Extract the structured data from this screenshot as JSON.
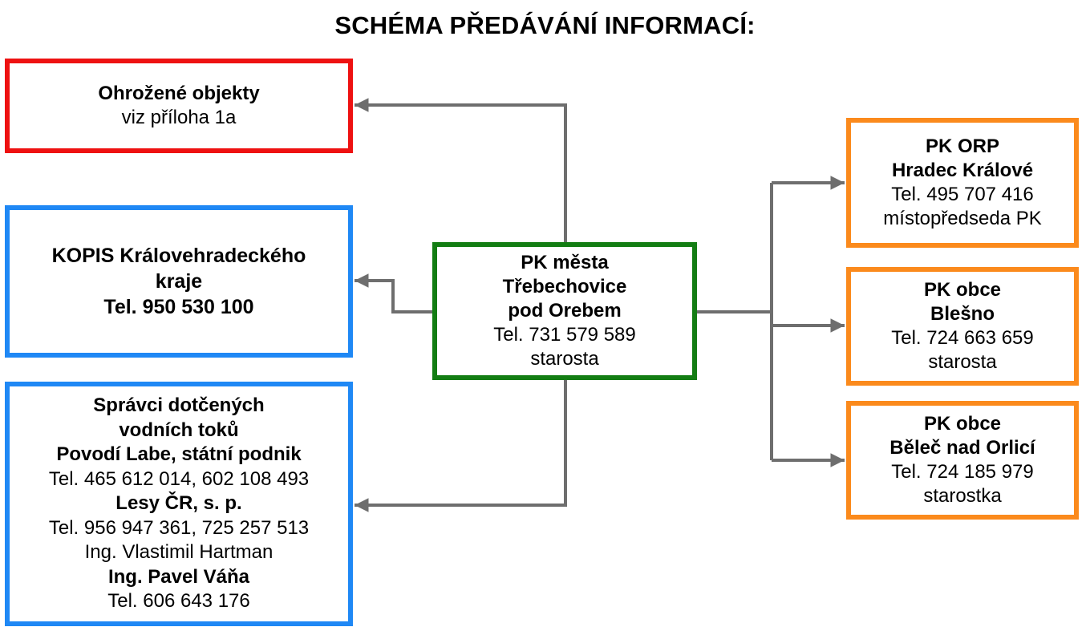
{
  "title": "SCHÉMA PŘEDÁVÁNÍ INFORMACÍ:",
  "colors": {
    "red": "#ee1111",
    "blue": "#1f88f5",
    "green": "#137d13",
    "orange": "#fb8a1c",
    "connector": "#6e6e6e"
  },
  "nodes": {
    "threatened": {
      "line1": "Ohrožené objekty",
      "line2": "viz příloha 1a"
    },
    "kopis": {
      "line1": "KOPIS Královehradeckého",
      "line2": "kraje",
      "line3": "Tel. 950 530 100"
    },
    "water": {
      "line1": "Správci dotčených",
      "line2": "vodních toků",
      "line3": "Povodí Labe, státní podnik",
      "line4": "Tel. 465 612 014, 602 108 493",
      "line5": "Lesy ČR, s. p.",
      "line6": "Tel. 956 947 361, 725 257 513",
      "line7": "Ing. Vlastimil Hartman",
      "line8": "Ing. Pavel Váňa",
      "line9": "Tel. 606 643 176"
    },
    "center": {
      "line1": "PK města",
      "line2": "Třebechovice",
      "line3": "pod Orebem",
      "line4": "Tel. 731 579 589",
      "line5": "starosta"
    },
    "orp": {
      "line1": "PK ORP",
      "line2": "Hradec Králové",
      "line3": "Tel. 495 707 416",
      "line4": "místopředseda PK"
    },
    "blesno": {
      "line1": "PK obce",
      "line2": "Blešno",
      "line3": "Tel. 724 663 659",
      "line4": "starosta"
    },
    "belec": {
      "line1": "PK obce",
      "line2": "Běleč nad Orlicí",
      "line3": "Tel. 724 185 979",
      "line4": "starostka"
    }
  }
}
